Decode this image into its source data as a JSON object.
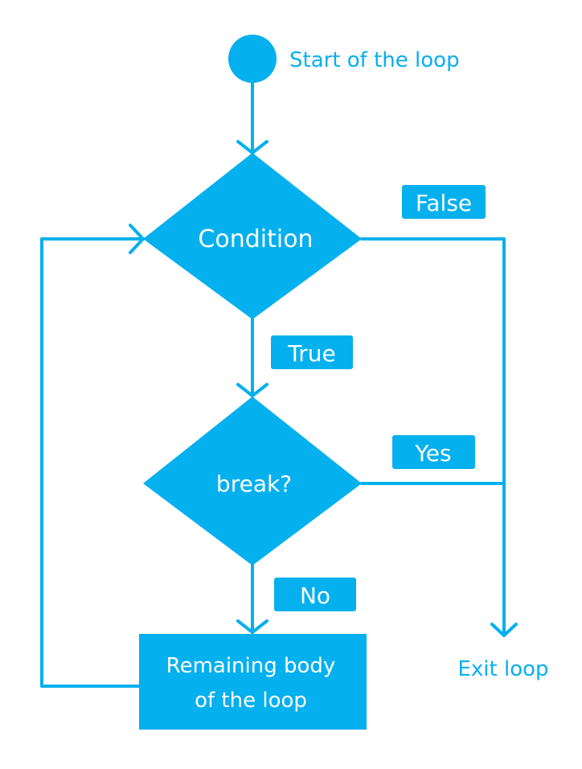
{
  "colors": {
    "accent": "#05B0EE",
    "text_on_accent": "#FFFFFF"
  },
  "nodes": {
    "start": "Start of the loop",
    "condition": "Condition",
    "break": "break?",
    "body_line1": "Remaining body",
    "body_line2": "of the loop",
    "exit": "Exit loop"
  },
  "edge_labels": {
    "false": "False",
    "true": "True",
    "yes": "Yes",
    "no": "No"
  }
}
